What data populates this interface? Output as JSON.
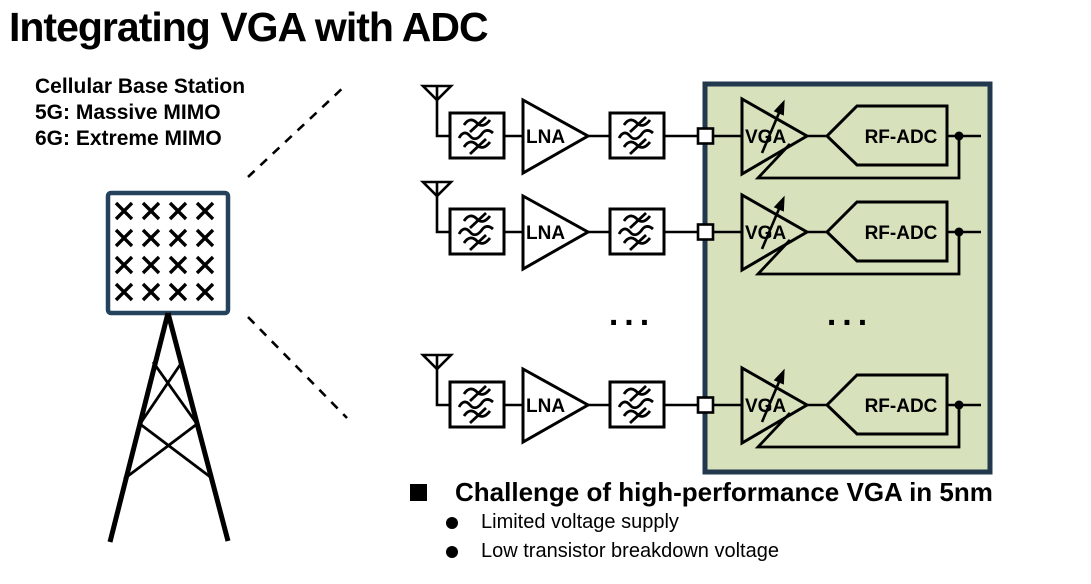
{
  "title": "Integrating VGA with ADC",
  "note": {
    "lines": [
      "Cellular Base Station",
      "5G: Massive MIMO",
      "6G: Extreme MIMO"
    ]
  },
  "diagram": {
    "lna_label": "LNA",
    "vga_label": "VGA",
    "adc_label": "RF-ADC",
    "ellipsis": "...",
    "colors": {
      "highlight_fill": "#d7e2bd",
      "highlight_border": "#22384d",
      "array_box_border": "#24425c",
      "line_color": "#000000"
    }
  },
  "challenge": {
    "heading": "Challenge of high-performance VGA in 5nm",
    "bullets": [
      "Limited voltage supply",
      "Low transistor breakdown voltage"
    ]
  }
}
